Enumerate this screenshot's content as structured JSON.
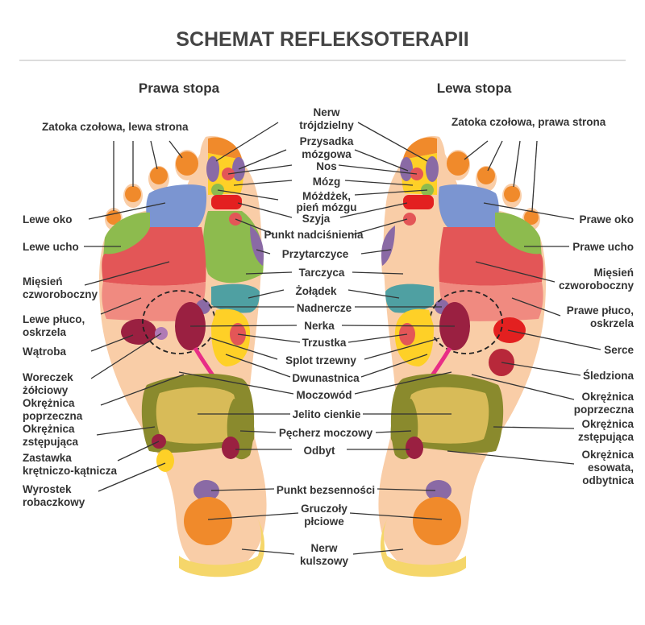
{
  "title": "SCHEMAT REFLEKSOTERAPII",
  "feet": {
    "right": "Prawa stopa",
    "left": "Lewa stopa"
  },
  "labels": {
    "left": {
      "frontal_sinus": "Zatoka czołowa, lewa strona",
      "eye": "Lewe oko",
      "ear": "Lewe ucho",
      "trapezius_1": "Mięsień",
      "trapezius_2": "czworoboczny",
      "lung_1": "Lewe płuco,",
      "lung_2": "oskrzela",
      "liver": "Wątroba",
      "gallbladder_1": "Woreczek",
      "gallbladder_2": "żółciowy",
      "transverse_1": "Okrężnica",
      "transverse_2": "poprzeczna",
      "descending_1": "Okrężnica",
      "descending_2": "zstępująca",
      "valve_1": "Zastawka",
      "valve_2": "krętniczo-kątnicza",
      "appendix_1": "Wyrostek",
      "appendix_2": "robaczkowy"
    },
    "center": {
      "trigeminal_1": "Nerw",
      "trigeminal_2": "trójdzielny",
      "pituitary_1": "Przysadka",
      "pituitary_2": "mózgowa",
      "nose": "Nos",
      "brain": "Mózg",
      "cerebellum_1": "Móżdżek,",
      "cerebellum_2": "pień mózgu",
      "neck": "Szyja",
      "blood_pressure": "Punkt nadciśnienia",
      "parathyroid": "Przytarczyce",
      "thyroid": "Tarczyca",
      "stomach": "Żołądek",
      "adrenal": "Nadnercze",
      "kidney": "Nerka",
      "pancreas": "Trzustka",
      "solar_plexus": "Splot trzewny",
      "duodenum": "Dwunastnica",
      "ureter": "Moczowód",
      "small_intestine": "Jelito cienkie",
      "bladder": "Pęcherz moczowy",
      "anus": "Odbyt",
      "insomnia": "Punkt bezsenności",
      "gonads_1": "Gruczoły",
      "gonads_2": "płciowe",
      "sciatic_1": "Nerw",
      "sciatic_2": "kulszowy"
    },
    "right": {
      "frontal_sinus": "Zatoka czołowa, prawa strona",
      "eye": "Prawe oko",
      "ear": "Prawe ucho",
      "trapezius_1": "Mięsień",
      "trapezius_2": "czworoboczny",
      "lung_1": "Prawe płuco,",
      "lung_2": "oskrzela",
      "heart": "Serce",
      "spleen": "Śledziona",
      "transverse_1": "Okrężnica",
      "transverse_2": "poprzeczna",
      "descending_1": "Okrężnica",
      "descending_2": "zstępująca",
      "sigmoid_1": "Okrężnica",
      "sigmoid_2": "esowata,",
      "sigmoid_3": "odbytnica"
    }
  },
  "colors": {
    "skin": "#f9cda7",
    "orange": "#f08a2b",
    "blue": "#7b95d1",
    "green": "#8dbb4e",
    "red": "#e35657",
    "pink": "#f08a80",
    "yellow": "#fed027",
    "teal": "#4fa0a2",
    "olive": "#8a8a2d",
    "khaki": "#d8bb58",
    "purple": "#8a6aa5",
    "maroon": "#9a2041",
    "magenta": "#e82d86",
    "pale_yellow": "#f5d66a"
  }
}
